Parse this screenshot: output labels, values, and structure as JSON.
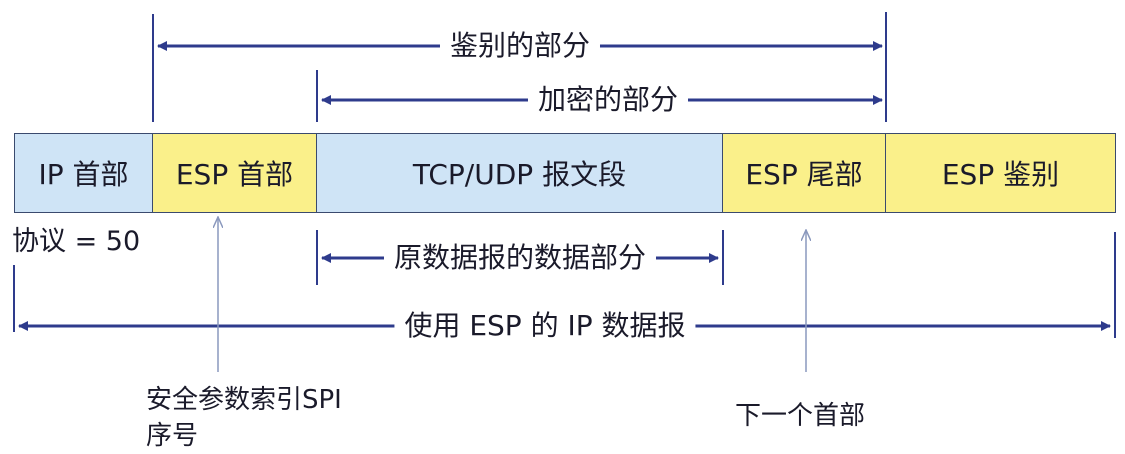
{
  "segments": [
    "IP 首部",
    "ESP 首部",
    "TCP/UDP 报文段",
    "ESP 尾部",
    "ESP 鉴别"
  ],
  "spans": {
    "authenticated": "鉴别的部分",
    "encrypted": "加密的部分",
    "original_payload": "原数据报的数据部分",
    "esp_datagram": "使用 ESP 的 IP 数据报"
  },
  "annotations": {
    "protocol": "协议 = 50",
    "spi": "安全参数索引SPI",
    "seq": "序号",
    "next_header": "下一个首部"
  },
  "colors": {
    "blue_fill": "#cfe4f6",
    "yellow_fill": "#faf08a",
    "line": "#2e3b8c",
    "thin_arrow": "#7a8ab0"
  }
}
